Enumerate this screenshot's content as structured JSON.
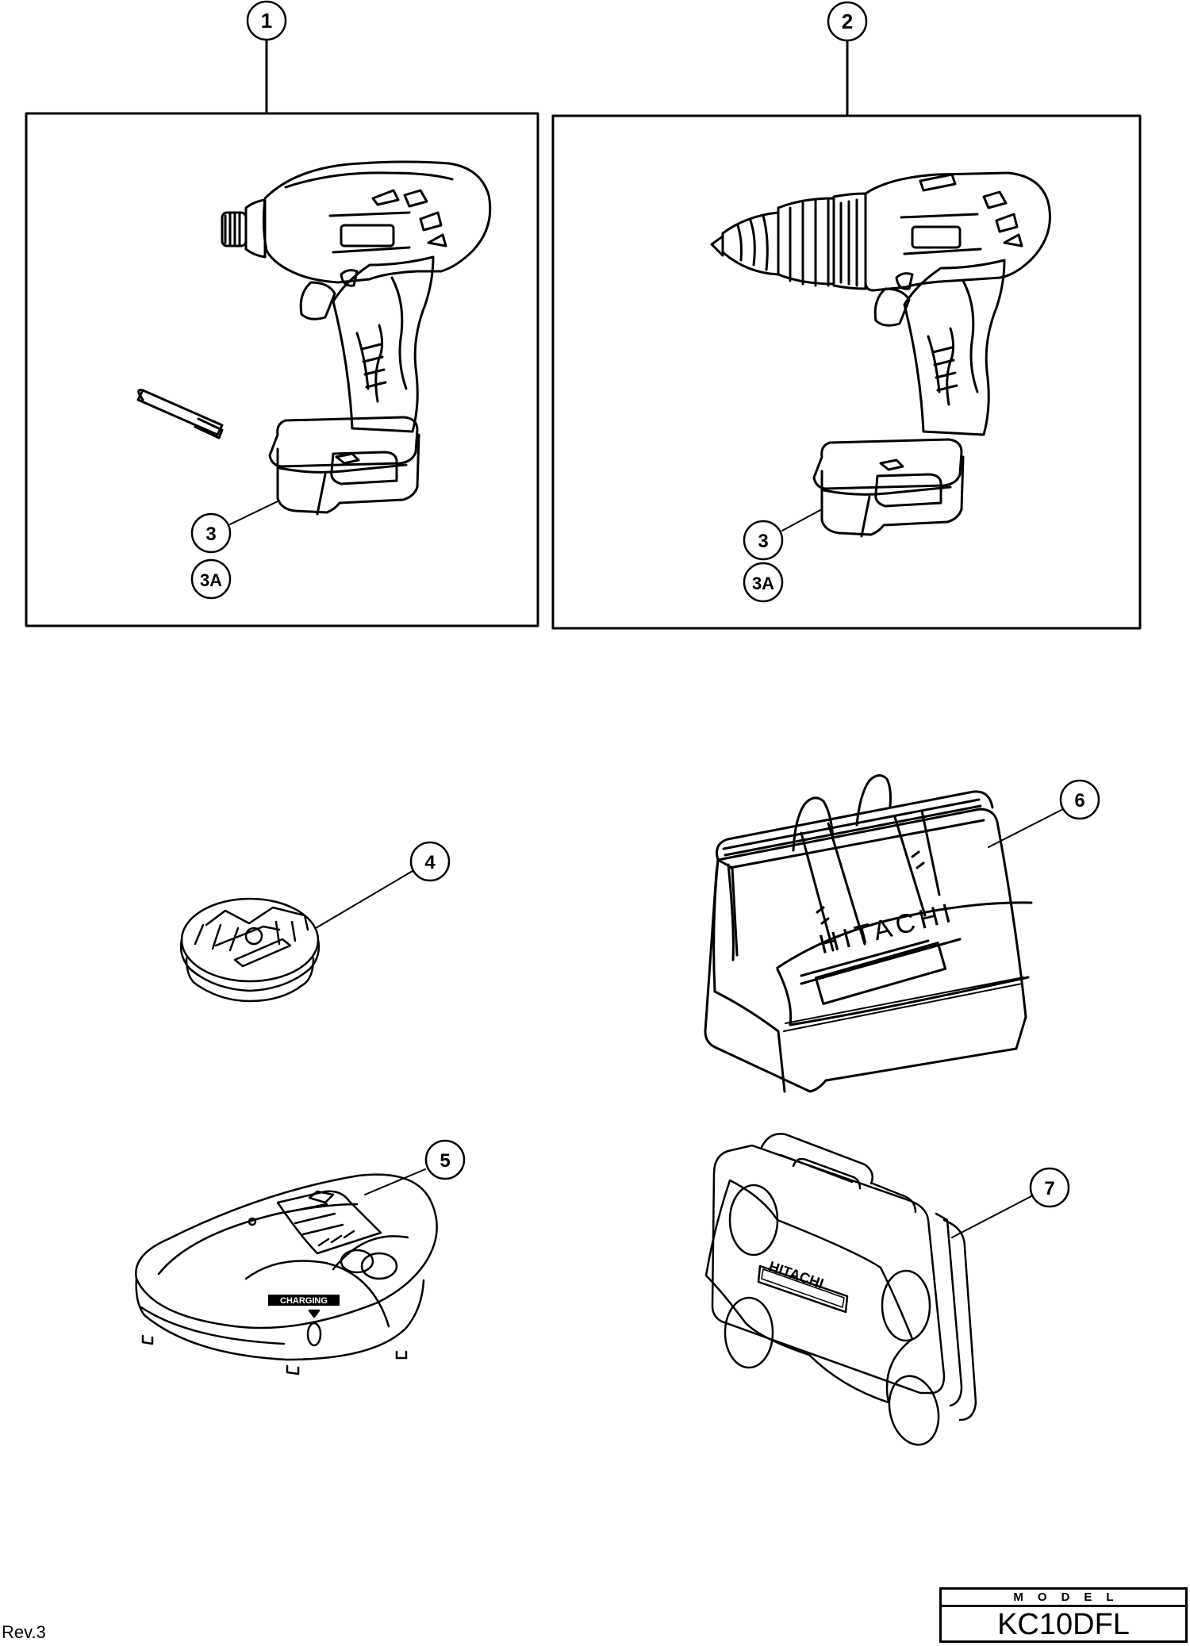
{
  "document": {
    "type": "parts-diagram",
    "revision": "Rev.3",
    "model_label": "MODEL",
    "model_number": "KC10DFL"
  },
  "callouts": [
    {
      "id": "1",
      "label": "1",
      "part": "impact-driver"
    },
    {
      "id": "2",
      "label": "2",
      "part": "drill-driver"
    },
    {
      "id": "3-left",
      "label": "3",
      "part": "battery-pack"
    },
    {
      "id": "3A-left",
      "label": "3A",
      "part": "battery-pack"
    },
    {
      "id": "3-right",
      "label": "3",
      "part": "battery-pack"
    },
    {
      "id": "3A-right",
      "label": "3A",
      "part": "battery-pack"
    },
    {
      "id": "4",
      "label": "4",
      "part": "bit-holder"
    },
    {
      "id": "5",
      "label": "5",
      "part": "battery-charger"
    },
    {
      "id": "6",
      "label": "6",
      "part": "tool-bag"
    },
    {
      "id": "7",
      "label": "7",
      "part": "carrying-case"
    }
  ],
  "brand_marks": {
    "bag_text": "HITACHI",
    "case_text": "HITACHI",
    "charger_text": "CHARGING"
  },
  "colors": {
    "ink": "#000000",
    "paper": "#ffffff"
  }
}
